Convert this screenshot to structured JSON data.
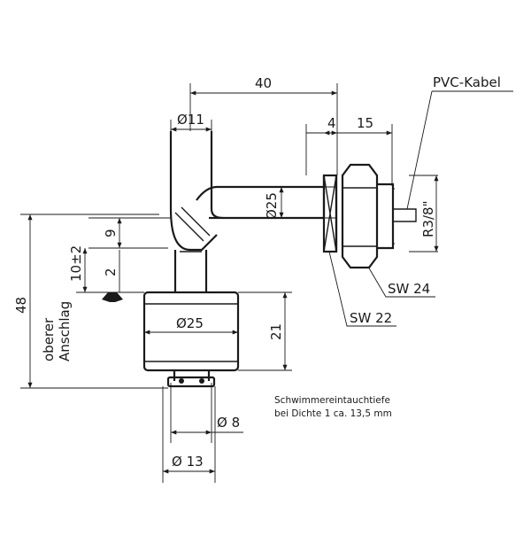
{
  "labels": {
    "cable": "PVC-Kabel",
    "dim_40": "40",
    "dim_4": "4",
    "dim_15": "15",
    "dim_dia11": "Ø11",
    "dim_dia25_body": "Ø25",
    "dim_r38": "R3/8\"",
    "dim_9": "9",
    "dim_2": "2",
    "dim_10tol": "10±2",
    "dim_48": "48",
    "stop_line1": "oberer",
    "stop_line2": "Anschlag",
    "dim_dia25_float": "Ø25",
    "dim_21": "21",
    "sw24": "SW 24",
    "sw22": "SW 22",
    "dim_dia8": "Ø 8",
    "dim_dia13": "Ø 13",
    "note_line1": "Schwimmereintauchtiefe",
    "note_line2": "bei Dichte 1 ca. 13,5 mm"
  }
}
